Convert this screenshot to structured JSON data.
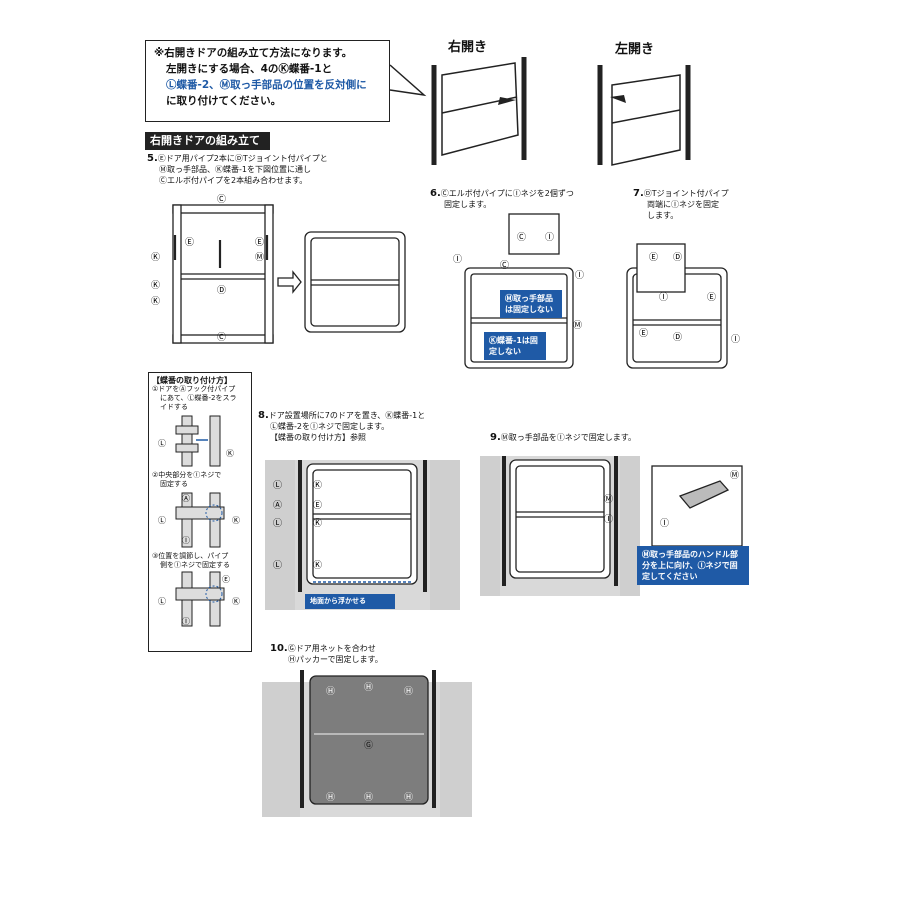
{
  "note": {
    "line1": "※右開きドアの組み立て方法になります。",
    "line2": "左開きにする場合、4のⓀ蝶番-1と",
    "line3": "Ⓛ蝶番-2、Ⓜ取っ手部品の位置を反対側に",
    "line4": "に取り付けてください。"
  },
  "right_open_title": "右開き",
  "left_open_title": "左開き",
  "section_title": "右開きドアの組み立て",
  "step5": {
    "num": "5.",
    "line1": "Ⓔドア用パイプ2本にⒹTジョイント付パイプと",
    "line2": "Ⓜ取っ手部品、Ⓚ蝶番-1を下図位置に通し",
    "line3": "Ⓒエルボ付パイプを2本組み合わせます。"
  },
  "step6": {
    "num": "6.",
    "line1": "Ⓒエルボ付パイプにⒾネジを2個ずつ",
    "line2": "固定します。",
    "badge_m": "Ⓜ取っ手部品は固定しない",
    "badge_k": "Ⓚ蝶番-1は固定しない"
  },
  "step7": {
    "num": "7.",
    "line1": "ⒹTジョイント付パイプ",
    "line2": "両端にⒾネジを固定",
    "line3": "します。"
  },
  "hinge": {
    "title": "【蝶番の取り付け方】",
    "s1a": "①ドアをⒶフック付パイプ",
    "s1b": "にあて、Ⓛ蝶番-2をスラ",
    "s1c": "イドする",
    "s2a": "②中央部分をⒾネジで",
    "s2b": "固定する",
    "s3a": "③位置を調節し、パイプ",
    "s3b": "側をⒾネジで固定する"
  },
  "step8": {
    "num": "8.",
    "line1": "ドア設置場所に7のドアを置き、Ⓚ蝶番-1と",
    "line2": "Ⓛ蝶番-2をⒾネジで固定します。",
    "line3": "【蝶番の取り付け方】参照",
    "floor_label": "地面から浮かせる"
  },
  "step9": {
    "num": "9.",
    "line1": "Ⓜ取っ手部品をⒾネジで固定します。",
    "badge": "Ⓜ取っ手部品のハンドル部分を上に向け、Ⓘネジで固定してください"
  },
  "step10": {
    "num": "10.",
    "line1": "Ⓖドア用ネットを合わせ",
    "line2": "Ⓗパッカーで固定します。"
  },
  "labels": {
    "A": "Ⓐ",
    "C": "Ⓒ",
    "D": "Ⓓ",
    "E": "Ⓔ",
    "G": "Ⓖ",
    "H": "Ⓗ",
    "I": "Ⓘ",
    "K": "Ⓚ",
    "L": "Ⓛ",
    "M": "Ⓜ"
  },
  "colors": {
    "accent_blue": "#1f5aa6",
    "dark": "#222222",
    "pipe_gray": "#cfcfcf",
    "wall_gray": "#d9d9d9"
  }
}
